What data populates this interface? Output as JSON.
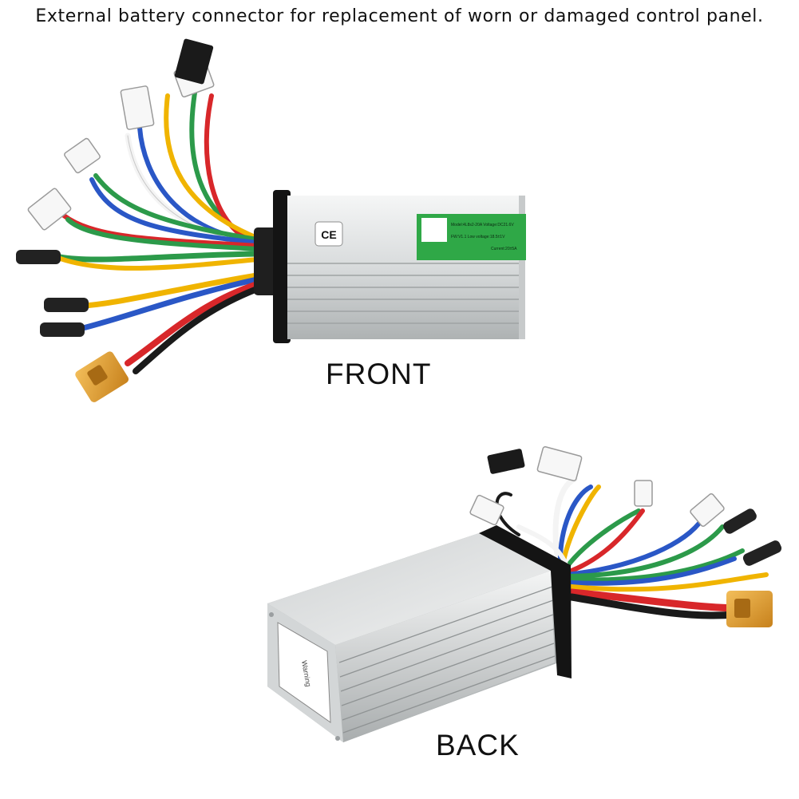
{
  "caption": "External battery connector for replacement of worn or damaged control panel.",
  "front": {
    "label": "FRONT",
    "ce_mark": "CE",
    "sticker": {
      "line1": "Model:4L8s2-20A  Voltage:DC21.6V",
      "line2": "FW:V1.1     Low voltage:18.5±1V",
      "line3": "Current:20±5A",
      "color": "#2fa847"
    }
  },
  "back": {
    "label": "BACK",
    "side_label": "Warning"
  },
  "colors": {
    "case_light": "#eef0f0",
    "case_dark": "#b9bdbe",
    "endcap": "#1a1a1a",
    "xt_connector": "#e6a23c",
    "wire_red": "#d8272a",
    "wire_green": "#2c9a4a",
    "wire_blue": "#2a57c6",
    "wire_yellow": "#f0b400",
    "wire_black": "#1a1a1a",
    "wire_white": "#f4f4f4"
  }
}
